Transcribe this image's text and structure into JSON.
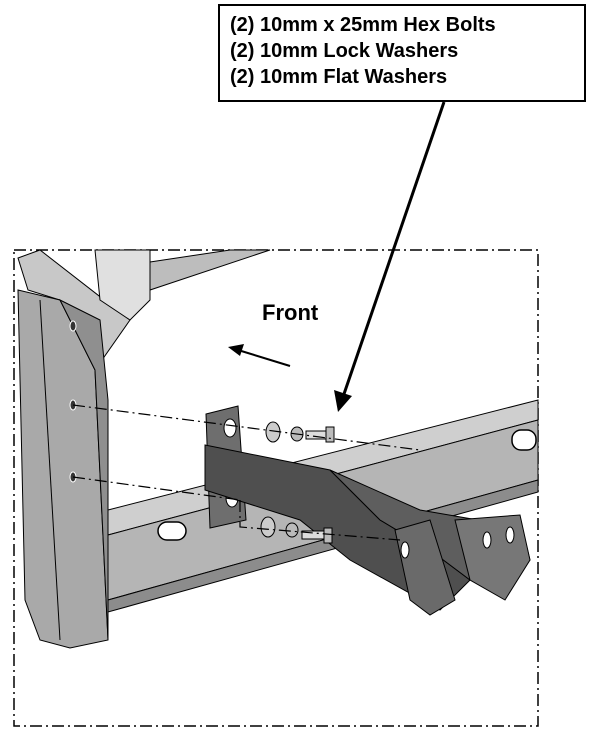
{
  "callout": {
    "lines": [
      "(2) 10mm x 25mm Hex Bolts",
      "(2) 10mm Lock Washers",
      "(2) 10mm Flat Washers"
    ]
  },
  "labels": {
    "front": "Front"
  },
  "colors": {
    "steel_light": "#d3d3d3",
    "steel_mid": "#a9a9a9",
    "steel_dark": "#6e6e6e",
    "bracket_dark": "#5a5a5a",
    "outline": "#000000"
  }
}
